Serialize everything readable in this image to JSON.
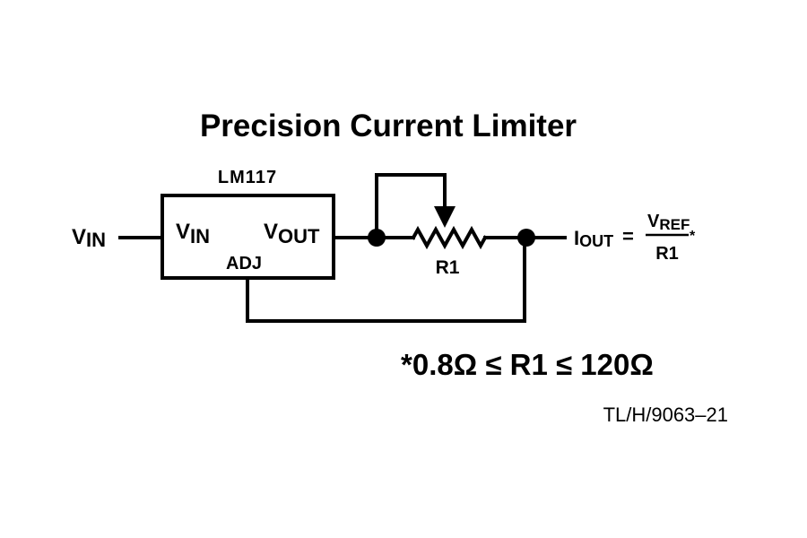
{
  "title": "Precision Current Limiter",
  "ic_name": "LM117",
  "labels": {
    "vin_main": "V",
    "vin_main_sub": "IN",
    "ic_vin": "V",
    "ic_vin_sub": "IN",
    "ic_vout": "V",
    "ic_vout_sub": "OUT",
    "ic_adj": "ADJ",
    "resistor": "R1",
    "iout": "I",
    "iout_sub": "OUT",
    "equals": "=",
    "vref": "V",
    "vref_sub": "REF",
    "vref_star": "*",
    "denominator": "R1"
  },
  "note": "*0.8Ω ≤ R1 ≤ 120Ω",
  "figure_id": "TL/H/9063–21"
}
